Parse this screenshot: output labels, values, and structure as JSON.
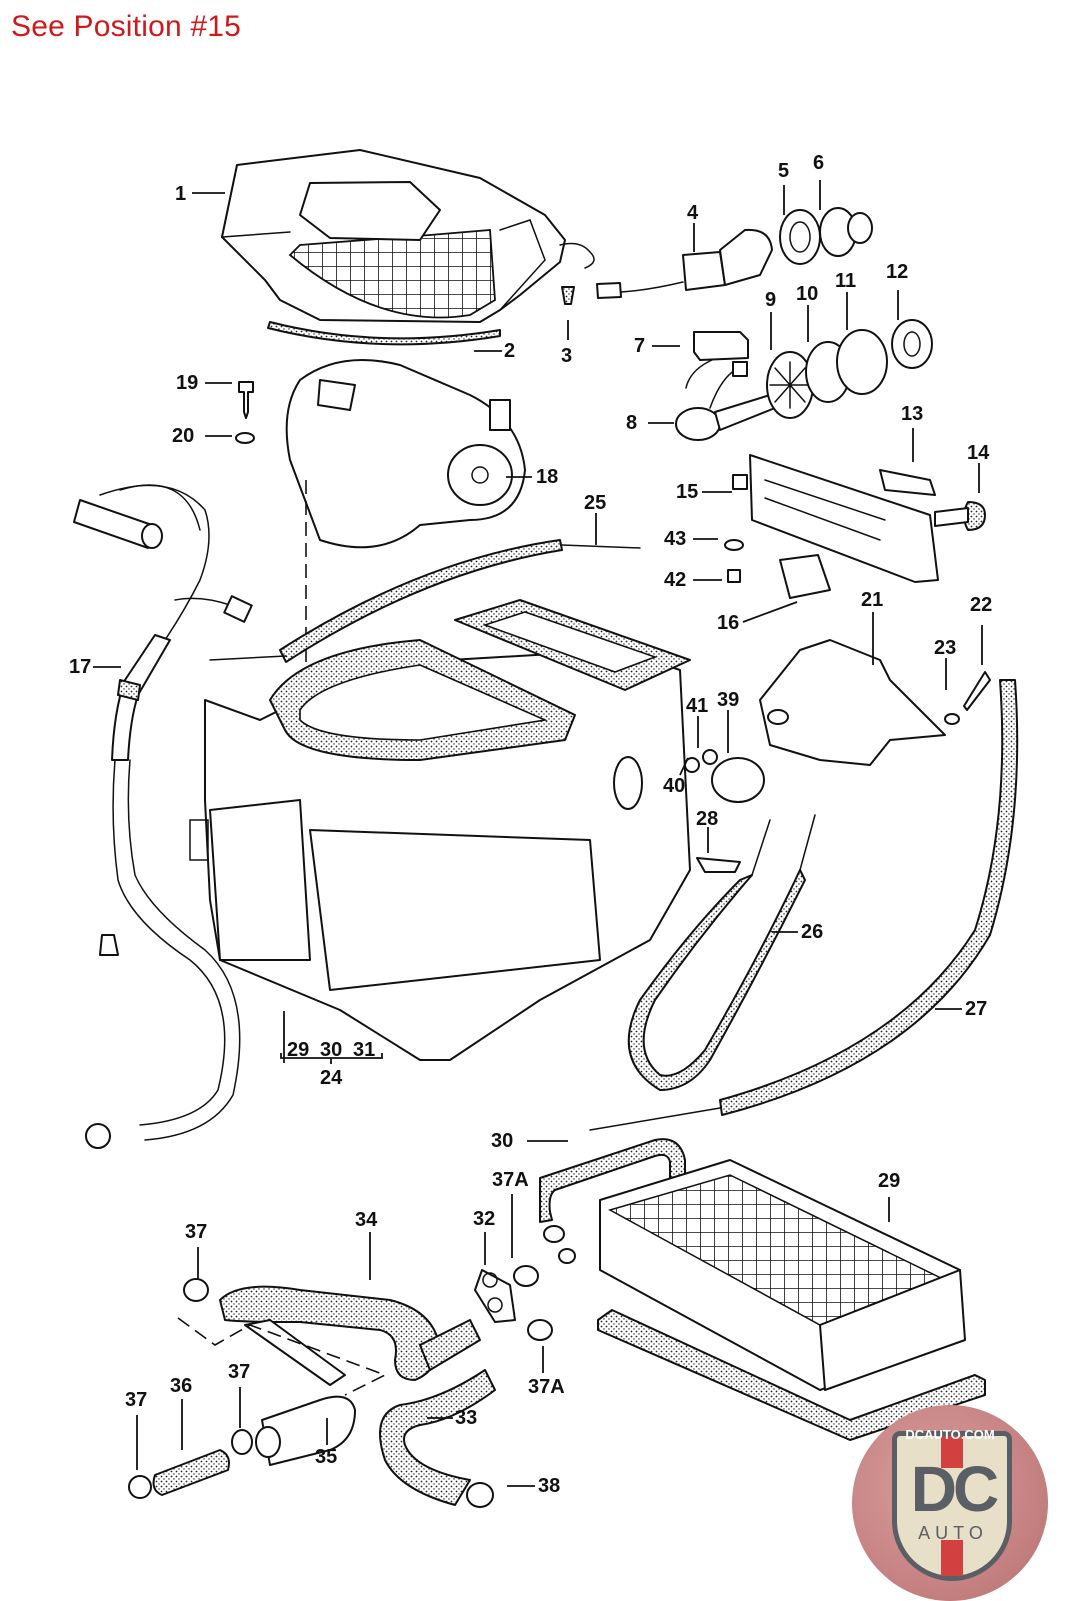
{
  "header": {
    "note": "See Position #15",
    "note_color": "#d0191b"
  },
  "callouts": {
    "p1": "1",
    "p2": "2",
    "p3": "3",
    "p4": "4",
    "p5": "5",
    "p6": "6",
    "p7": "7",
    "p8": "8",
    "p9": "9",
    "p10": "10",
    "p11": "11",
    "p12": "12",
    "p13": "13",
    "p14": "14",
    "p15": "15",
    "p16": "16",
    "p17": "17",
    "p18": "18",
    "p19": "19",
    "p20": "20",
    "p21": "21",
    "p22": "22",
    "p23": "23",
    "p24": "24",
    "p25": "25",
    "p26": "26",
    "p27": "27",
    "p28": "28",
    "p29_group": "29",
    "p30_group": "30",
    "p31_group": "31",
    "p29": "29",
    "p30": "30",
    "p31": "31",
    "p32": "32",
    "p33": "33",
    "p34": "34",
    "p35": "35",
    "p36": "36",
    "p37a": "37",
    "p37b": "37",
    "p37c": "37",
    "p37A_top": "37A",
    "p37A_bottom": "37A",
    "p38": "38",
    "p39": "39",
    "p40": "40",
    "p41": "41",
    "p42": "42",
    "p43": "43"
  },
  "watermark": {
    "url_text": "DCAUTO.COM",
    "brand_text": "DC",
    "sub_text": "AUTO",
    "colors": {
      "circle": "#c98585",
      "shield": "#e7dfc8",
      "stripe": "#d24040",
      "letters": "#5a5f66"
    }
  }
}
